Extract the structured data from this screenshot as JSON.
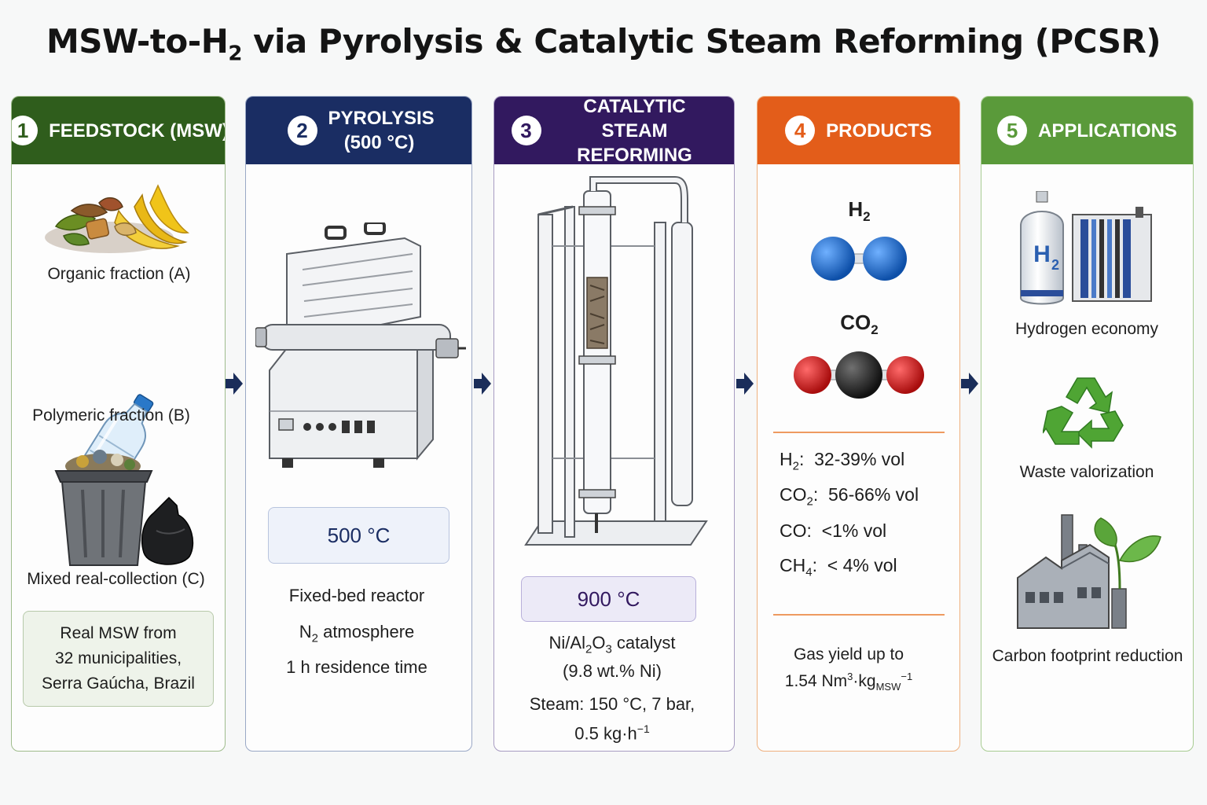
{
  "title": {
    "pre": "MSW-to-H",
    "sub": "2",
    "post": " via Pyrolysis & Catalytic Steam Reforming (PCSR)"
  },
  "colors": {
    "feedstock": "#2f5d1c",
    "pyrolysis": "#1a2d63",
    "reforming": "#32195f",
    "products": "#e35d1a",
    "applications": "#5a9a3a",
    "arrow": "#1a2d5a"
  },
  "panels": [
    {
      "num": "1",
      "title": "FEEDSTOCK (MSW)"
    },
    {
      "num": "2",
      "title": "PYROLYSIS (500 °C)"
    },
    {
      "num": "3",
      "title": "CATALYTIC STEAM REFORMING"
    },
    {
      "num": "4",
      "title": "PRODUCTS"
    },
    {
      "num": "5",
      "title": "APPLICATIONS"
    }
  ],
  "feedstock": {
    "items": [
      "Organic fraction (A)",
      "Polymeric fraction (B)",
      "Mixed real-collection (C)"
    ],
    "note": [
      "Real MSW from",
      "32 municipalities,",
      "Serra Gaúcha, Brazil"
    ]
  },
  "pyrolysis": {
    "temp": "500 °C",
    "lines": [
      "Fixed-bed reactor",
      "atmosphere",
      "1 h residence time"
    ],
    "n2": "N",
    "n2_sub": "2"
  },
  "reforming": {
    "temp": "900 °C",
    "catalyst_a": "Ni/Al",
    "catalyst_b": "2",
    "catalyst_c": "O",
    "catalyst_d": "3",
    "catalyst_e": " catalyst",
    "loading": "(9.8 wt.% Ni)",
    "steam": "Steam: 150 °C, 7 bar,",
    "flow": "0.5 kg·h",
    "flow_sup": "−1"
  },
  "products": {
    "h2_label": "H",
    "h2_sub": "2",
    "co2_label": "CO",
    "co2_sub": "2",
    "composition": [
      {
        "gas": "H",
        "sub": "2",
        "value": "32-39% vol"
      },
      {
        "gas": "CO",
        "sub": "2",
        "value": "56-66% vol"
      },
      {
        "gas": "CO",
        "sub": "",
        "value": "<1% vol"
      },
      {
        "gas": "CH",
        "sub": "4",
        "value": "< 4% vol"
      }
    ],
    "yield_line1": "Gas yield up to",
    "yield_value": "1.54 Nm",
    "yield_sup": "3",
    "yield_unit": "·kg",
    "yield_unit_sub": "MSW",
    "yield_unit_sup": "−1"
  },
  "applications": {
    "items": [
      "Hydrogen economy",
      "Waste valorization",
      "Carbon footprint reduction"
    ],
    "tank_label": "H",
    "tank_sub": "2"
  }
}
